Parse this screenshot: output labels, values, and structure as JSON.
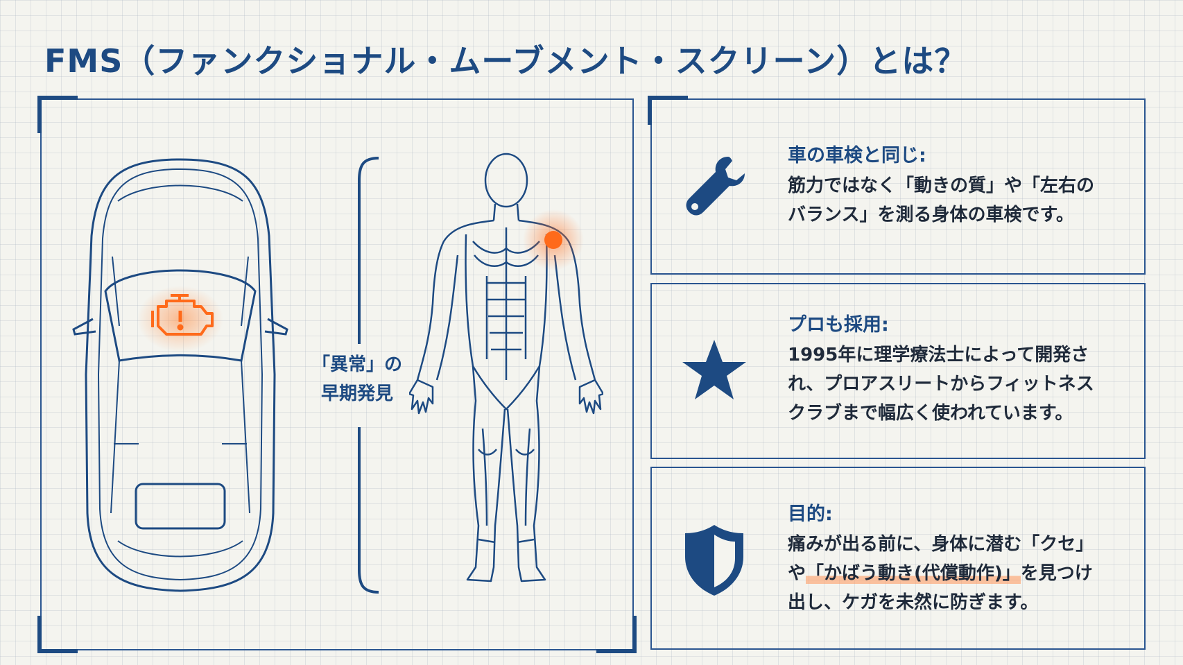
{
  "title": "FMS（ファンクショナル・ムーブメント・スクリーン）とは？",
  "illustration": {
    "label_line1": "「異常」の",
    "label_line2": "早期発見",
    "car_icon": "car-top-view-icon",
    "engine_warning_icon": "engine-warning-icon",
    "human_icon": "human-anatomy-icon",
    "highlight_color": "#ff6a1a"
  },
  "cards": [
    {
      "icon": "wrench-icon",
      "heading": "車の車検と同じ:",
      "lines": [
        "筋力ではなく「動きの質」や「左右の",
        "バランス」を測る身体の車検です。"
      ]
    },
    {
      "icon": "star-icon",
      "heading": "プロも採用:",
      "lines": [
        "1995年に理学療法士によって開発さ",
        "れ、プロアスリートからフィットネス",
        "クラブまで幅広く使われています。"
      ]
    },
    {
      "icon": "shield-icon",
      "heading": "目的:",
      "line1": "痛みが出る前に、身体に潜む「クセ」",
      "line2_pre": "や",
      "line2_hl": "「かばう動き(代償動作)」",
      "line2_post": "を見つけ",
      "line3": "出し、ケガを未然に防ぎます。"
    }
  ],
  "colors": {
    "primary": "#1d4a82",
    "accent": "#ff6a1a",
    "background": "#f4f4ef"
  }
}
